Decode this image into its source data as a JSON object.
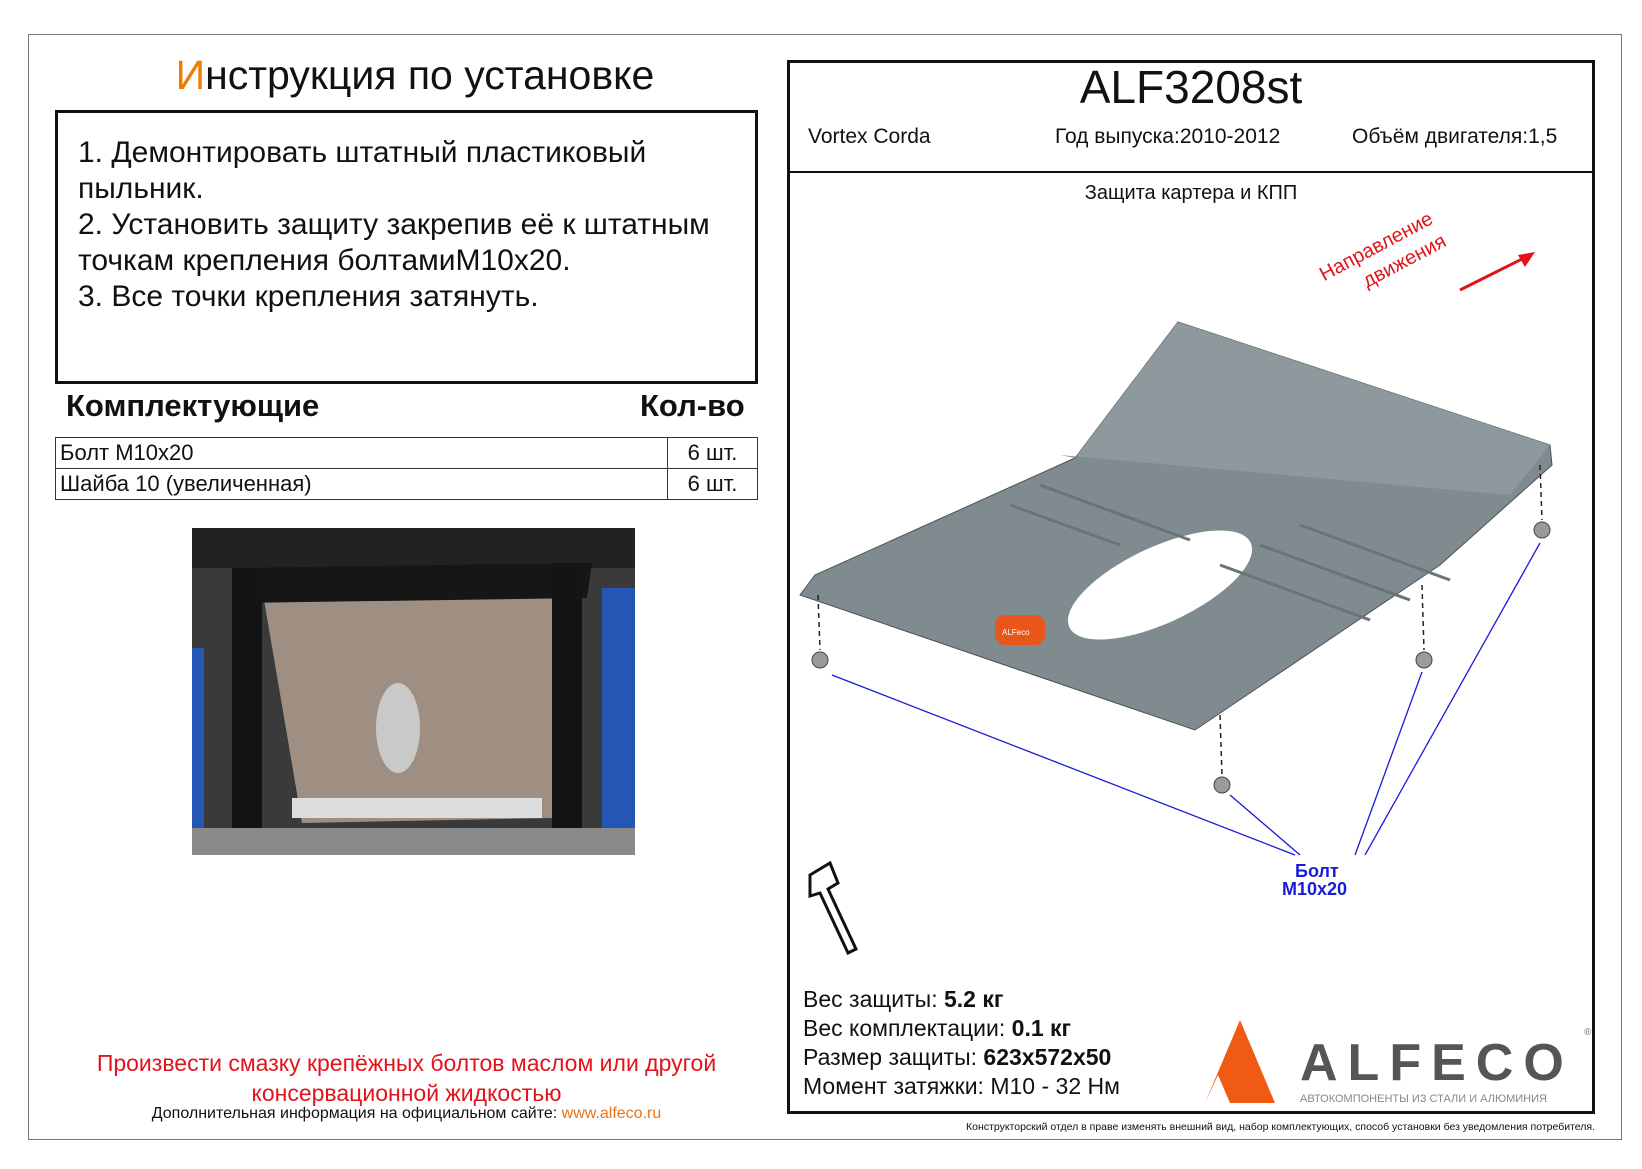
{
  "title": {
    "first_letter": "И",
    "rest": "нструкция по установке"
  },
  "instructions": [
    "1.  Демонтировать штатный пластиковый пыльник.",
    "2.  Установить защиту закрепив её к штатным точкам крепления болтамиM10x20.",
    "3.  Все точки крепления затянуть."
  ],
  "parts": {
    "header_name": "Комплектующие",
    "header_qty": "Кол-во",
    "rows": [
      {
        "name": "Болт М10х20",
        "qty": "6 шт."
      },
      {
        "name": "Шайба 10 (увеличенная)",
        "qty": "6 шт."
      }
    ]
  },
  "note": "Произвести смазку крепёжных болтов маслом или другой консервационной жидкостью",
  "site": {
    "label": "Дополнительная информация на официальном сайте: ",
    "link": "www.alfeco.ru"
  },
  "product": {
    "code": "ALF3208st",
    "car": "Vortex Corda",
    "year": "Год выпуска:2010-2012",
    "engine": "Объём двигателя:1,5",
    "subtitle": "Защита картера и КПП"
  },
  "drawing": {
    "direction_line1": "Направление",
    "direction_line2": "движения",
    "bolt_line1": "Болт",
    "bolt_line2": "M10x20",
    "badge": "ALFeco"
  },
  "specs": [
    {
      "label": "Вес защиты: ",
      "value": "5.2 кг"
    },
    {
      "label": "Вес комплектации: ",
      "value": "0.1 кг"
    },
    {
      "label": "Размер защиты: ",
      "value": "623x572x50"
    },
    {
      "label": "Момент затяжки:  ",
      "value": "M10 - 32 Нм"
    }
  ],
  "logo": {
    "name": "ALFECO",
    "tagline": "АВТОКОМПОНЕНТЫ ИЗ СТАЛИ И АЛЮМИНИЯ",
    "reg": "®"
  },
  "disclaimer": "Конструкторский отдел в праве изменять внешний вид, набор комплектующих, способ установки без уведомления потребителя.",
  "colors": {
    "accent": "#f07d00",
    "red": "#e3131b",
    "blue": "#1a1adb",
    "plate": "#7f8b8f"
  }
}
